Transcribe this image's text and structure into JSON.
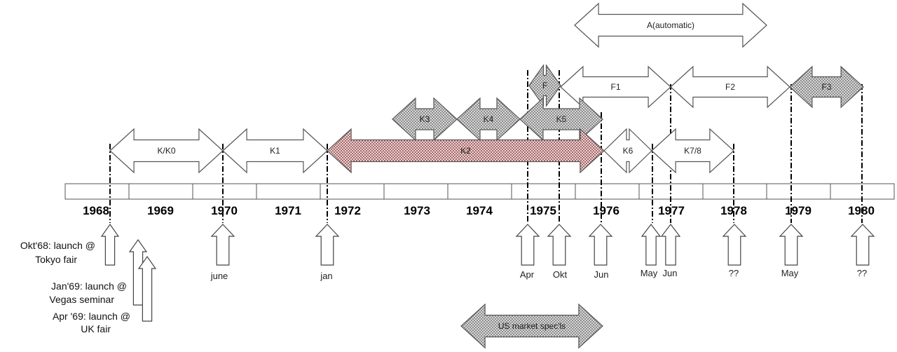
{
  "timeline": {
    "years": [
      "1968",
      "1969",
      "1970",
      "1971",
      "1972",
      "1973",
      "1974",
      "1975",
      "1976",
      "1977",
      "1978",
      "1979",
      "1980"
    ]
  },
  "models": [
    {
      "label": "A(automatic)",
      "style": "white"
    },
    {
      "label": "F",
      "style": "dotted"
    },
    {
      "label": "F1",
      "style": "white"
    },
    {
      "label": "F2",
      "style": "white"
    },
    {
      "label": "F3",
      "style": "dotted"
    },
    {
      "label": "K3",
      "style": "dotted"
    },
    {
      "label": "K4",
      "style": "dotted"
    },
    {
      "label": "K5",
      "style": "dotted"
    },
    {
      "label": "K/K0",
      "style": "white"
    },
    {
      "label": "K1",
      "style": "white"
    },
    {
      "label": "K2",
      "style": "red-dotted"
    },
    {
      "label": "K6",
      "style": "white"
    },
    {
      "label": "K7/8",
      "style": "white"
    },
    {
      "label": "US market spec'ls",
      "style": "dotted"
    }
  ],
  "launch_notes": [
    "Okt'68: launch @",
    "Tokyo fair",
    "Jan'69: launch @",
    "Vegas seminar",
    "Apr '69: launch @",
    "UK fair"
  ],
  "markers": [
    {
      "label": "june"
    },
    {
      "label": "jan"
    },
    {
      "label": "Apr"
    },
    {
      "label": "Okt"
    },
    {
      "label": "Jun"
    },
    {
      "label": "May"
    },
    {
      "label": "Jun"
    },
    {
      "label": "??"
    },
    {
      "label": "May"
    },
    {
      "label": "??"
    }
  ],
  "colors": {
    "outline": "#555555",
    "dotted_fill": "#cfcfcf",
    "red_dotted_fill": "#e6c9c9",
    "white_fill": "#ffffff"
  }
}
